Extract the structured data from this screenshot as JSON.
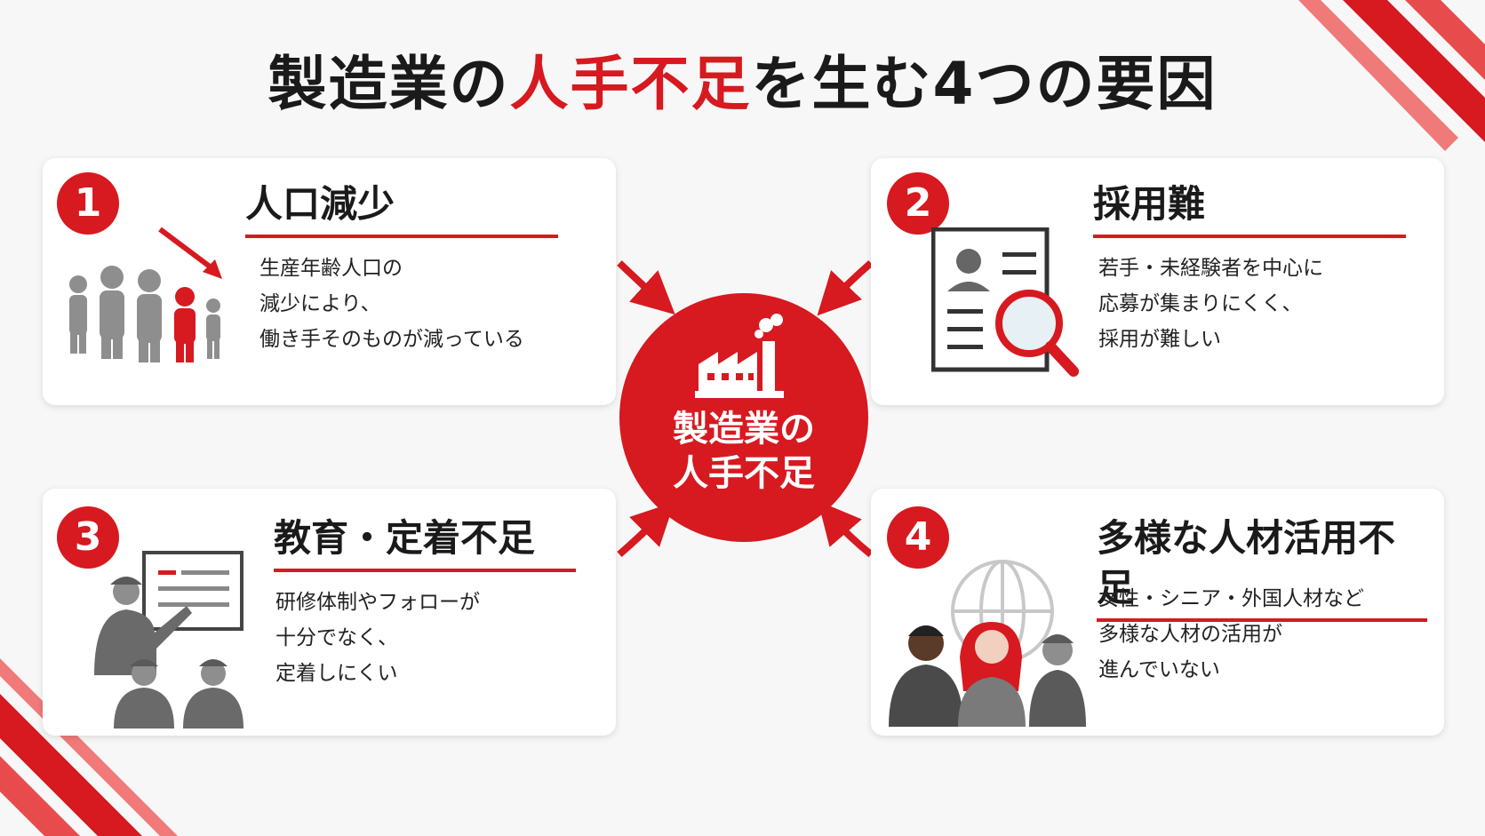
{
  "title": {
    "part1": "製造業の",
    "highlight": "人手不足",
    "part2": "を生む4つの要因"
  },
  "center": {
    "line1": "製造業の",
    "line2": "人手不足",
    "icon": "factory-icon"
  },
  "factors": [
    {
      "number": "1",
      "title": "人口減少",
      "lines": [
        "生産年齢人口の",
        "減少により、",
        "働き手そのものが減っている"
      ],
      "icon": "population-decline-icon"
    },
    {
      "number": "2",
      "title": "採用難",
      "lines": [
        "若手・未経験者を中心に",
        "応募が集まりにくく、",
        "採用が難しい"
      ],
      "icon": "resume-search-icon"
    },
    {
      "number": "3",
      "title": "教育・定着不足",
      "lines": [
        "研修体制やフォローが",
        "十分でなく、",
        "定着しにくい"
      ],
      "icon": "training-icon"
    },
    {
      "number": "4",
      "title": "多様な人材活用不足",
      "lines": [
        "女性・シニア・外国人材など",
        "多様な人材の活用が",
        "進んでいない"
      ],
      "icon": "diverse-workers-icon"
    }
  ],
  "colors": {
    "accent": "#d71920",
    "background": "#f7f7f7",
    "card": "#ffffff",
    "gray": "#8a8a8a"
  }
}
